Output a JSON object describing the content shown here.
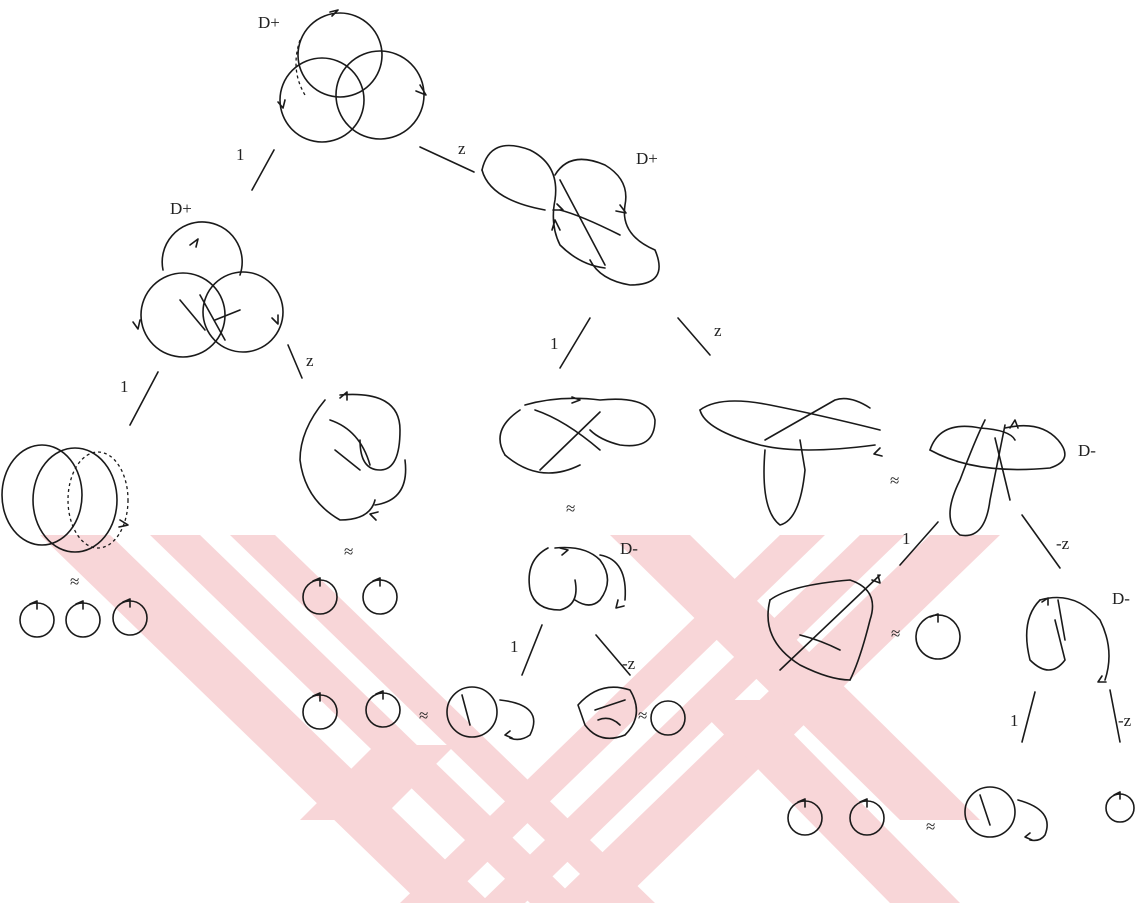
{
  "watermark": {
    "color": "#f8d6d8"
  },
  "diagram": {
    "labels": {
      "root_d": "D+",
      "mid_d": "D+",
      "left_d": "D+",
      "knot_d": "D-",
      "right_d": "D-",
      "far_d": "D-",
      "edge_1": "1",
      "edge_z": "z",
      "edge_neg_z": "-z",
      "equiv": "≈"
    }
  }
}
